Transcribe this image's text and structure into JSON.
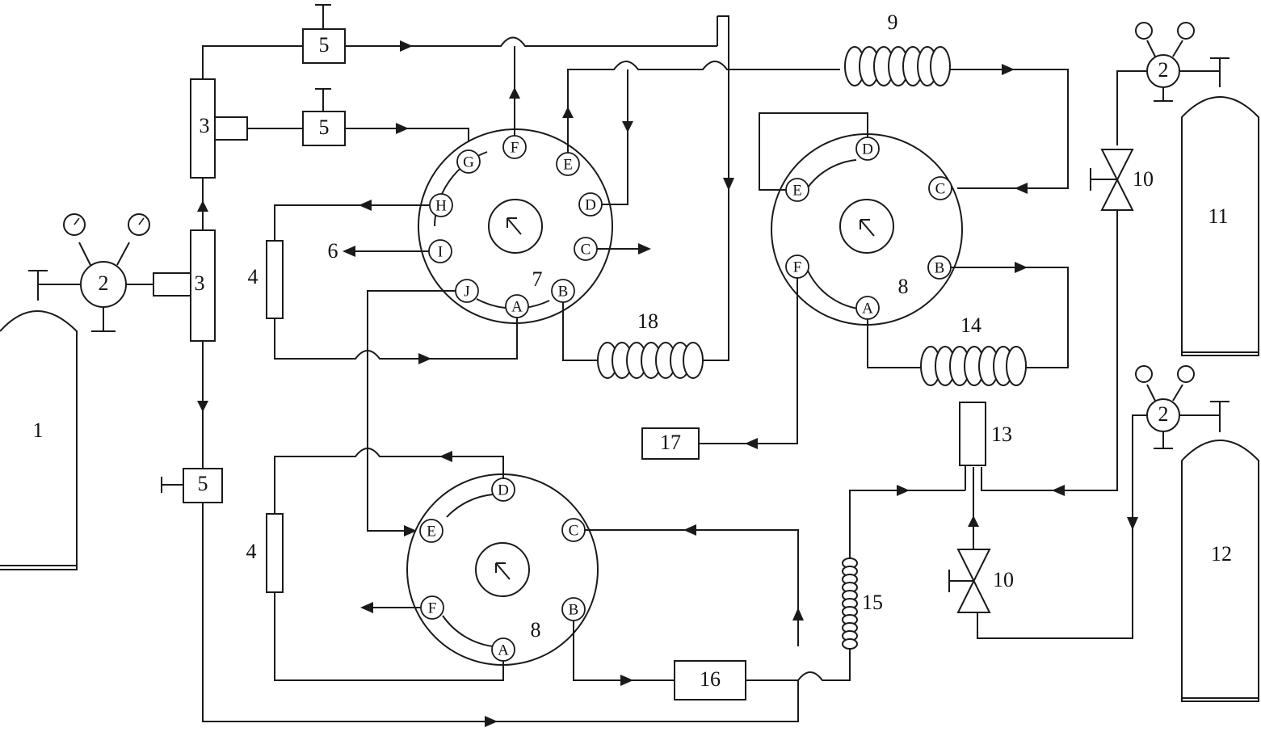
{
  "labels": {
    "cylinder_1": "1",
    "regulator_2": "2",
    "tee_3": "3",
    "column_4": "4",
    "flow_controller_5": "5",
    "vent_6": "6",
    "valve_7": "7",
    "valve_8": "8",
    "coil_9": "9",
    "needle_valve_10": "10",
    "cylinder_11": "11",
    "cylinder_12": "12",
    "unit_13": "13",
    "coil_14": "14",
    "coil_15": "15",
    "detector_16": "16",
    "detector_17": "17",
    "coil_18": "18"
  },
  "valve7_ports": [
    "A",
    "B",
    "C",
    "D",
    "E",
    "F",
    "G",
    "H",
    "I",
    "J"
  ],
  "valve8_ports": [
    "A",
    "B",
    "C",
    "D",
    "E",
    "F"
  ],
  "colors": {
    "line": "#1a1a1a",
    "background": "#ffffff"
  }
}
